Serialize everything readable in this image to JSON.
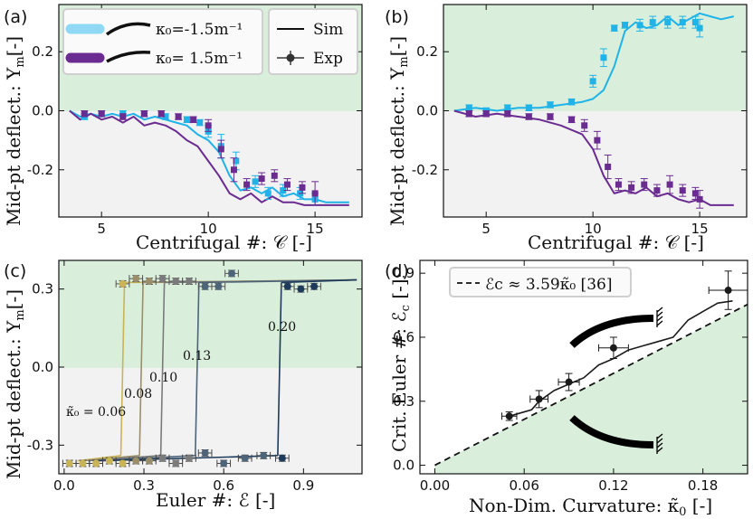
{
  "chart_data": [
    {
      "panel": "(a)",
      "type": "line",
      "xlabel": "Centrifugal #: 𝒞 [-]",
      "ylabel": "Mid-pt deflect.: Y_m [-]",
      "xlim": [
        3,
        17.2
      ],
      "ylim": [
        -0.36,
        0.36
      ],
      "xticks": [
        5,
        10,
        15
      ],
      "yticks": [
        -0.2,
        0.0,
        0.2
      ],
      "shaded_region": "y > 0 (green), y < 0 (grey)",
      "legend": {
        "placement": "top",
        "entries": [
          "κ₀=-1.5m⁻¹",
          "κ₀= 1.5m⁻¹",
          "Sim",
          "Exp"
        ]
      },
      "series": [
        {
          "name": "κ₀=-1.5m⁻¹",
          "color": "#1fb3e8",
          "kind": "sim",
          "x": [
            3.5,
            4.0,
            4.5,
            5.0,
            5.5,
            6.0,
            6.5,
            7.0,
            7.5,
            8.0,
            8.5,
            9.0,
            9.5,
            10.0,
            10.5,
            11.0,
            11.5,
            12.0,
            12.5,
            13.0,
            13.5,
            14.0,
            14.5,
            15.0,
            15.5,
            16.0,
            16.6
          ],
          "y": [
            0.0,
            -0.02,
            -0.01,
            -0.02,
            -0.01,
            -0.02,
            -0.01,
            -0.03,
            -0.02,
            -0.03,
            -0.04,
            -0.05,
            -0.08,
            -0.1,
            -0.14,
            -0.22,
            -0.27,
            -0.26,
            -0.28,
            -0.26,
            -0.29,
            -0.28,
            -0.3,
            -0.3,
            -0.31,
            -0.31,
            -0.31
          ]
        },
        {
          "name": "κ₀= 1.5m⁻¹",
          "color": "#6a2c91",
          "kind": "sim",
          "x": [
            3.5,
            4.0,
            4.5,
            5.0,
            5.5,
            6.0,
            6.5,
            7.0,
            7.5,
            8.0,
            8.5,
            9.0,
            9.5,
            10.0,
            10.5,
            11.0,
            11.5,
            12.0,
            12.5,
            13.0,
            13.5,
            14.0,
            14.5,
            15.0,
            15.5,
            16.0,
            16.6
          ],
          "y": [
            0.0,
            -0.03,
            -0.01,
            -0.03,
            -0.02,
            -0.04,
            -0.02,
            -0.05,
            -0.04,
            -0.05,
            -0.07,
            -0.1,
            -0.12,
            -0.17,
            -0.22,
            -0.28,
            -0.3,
            -0.28,
            -0.31,
            -0.29,
            -0.31,
            -0.31,
            -0.32,
            -0.32,
            -0.32,
            -0.32,
            -0.32
          ]
        },
        {
          "name": "κ₀=-1.5m⁻¹",
          "color": "#1fb3e8",
          "kind": "exp",
          "x": [
            4.2,
            5.0,
            6.0,
            7.0,
            8.0,
            9.0,
            9.6,
            10.0,
            10.6,
            11.3,
            12.2,
            12.8,
            13.5,
            14.3,
            15.0
          ],
          "y": [
            -0.02,
            -0.01,
            -0.01,
            -0.01,
            -0.02,
            -0.03,
            -0.04,
            -0.07,
            -0.12,
            -0.17,
            -0.24,
            -0.28,
            -0.27,
            -0.28,
            -0.3
          ],
          "yerr": [
            0.01,
            0.01,
            0.01,
            0.01,
            0.01,
            0.01,
            0.01,
            0.02,
            0.04,
            0.03,
            0.02,
            0.02,
            0.02,
            0.02,
            0.02
          ]
        },
        {
          "name": "κ₀= 1.5m⁻¹",
          "color": "#6a2c91",
          "kind": "exp",
          "x": [
            4.2,
            5.0,
            6.0,
            7.0,
            7.8,
            8.6,
            9.3,
            10.0,
            10.6,
            11.2,
            11.8,
            12.5,
            13.1,
            13.7,
            14.4,
            15.0
          ],
          "y": [
            -0.01,
            -0.01,
            -0.02,
            -0.01,
            -0.01,
            -0.02,
            -0.03,
            -0.05,
            -0.13,
            -0.2,
            -0.25,
            -0.23,
            -0.22,
            -0.25,
            -0.26,
            -0.28
          ],
          "yerr": [
            0.01,
            0.01,
            0.01,
            0.01,
            0.01,
            0.01,
            0.01,
            0.02,
            0.03,
            0.04,
            0.02,
            0.02,
            0.02,
            0.02,
            0.02,
            0.04
          ]
        }
      ]
    },
    {
      "panel": "(b)",
      "type": "line",
      "xlabel": "Centrifugal #: 𝒞 [-]",
      "ylabel": "Mid-pt deflect.: Y_m [-]",
      "xlim": [
        3,
        17.2
      ],
      "ylim": [
        -0.36,
        0.36
      ],
      "xticks": [
        5,
        10,
        15
      ],
      "yticks": [
        -0.2,
        0.0,
        0.2
      ],
      "series": [
        {
          "name": "κ₀=-1.5m⁻¹",
          "color": "#1fb3e8",
          "kind": "sim",
          "x": [
            3.5,
            4.5,
            5.5,
            6.5,
            7.5,
            8.5,
            9.5,
            10.0,
            10.5,
            11.0,
            11.5,
            12.0,
            12.5,
            13.0,
            13.5,
            14.0,
            14.5,
            15.0,
            15.5,
            16.0,
            16.6
          ],
          "y": [
            0.0,
            0.01,
            0.0,
            0.01,
            0.01,
            0.02,
            0.03,
            0.04,
            0.07,
            0.15,
            0.27,
            0.3,
            0.28,
            0.29,
            0.32,
            0.29,
            0.31,
            0.33,
            0.32,
            0.31,
            0.32
          ]
        },
        {
          "name": "κ₀= 1.5m⁻¹",
          "color": "#6a2c91",
          "kind": "sim",
          "x": [
            3.5,
            4.5,
            5.5,
            6.5,
            7.5,
            8.5,
            9.5,
            10.0,
            10.5,
            11.0,
            11.5,
            12.0,
            12.5,
            13.0,
            13.5,
            14.0,
            14.5,
            15.0,
            15.5,
            16.0,
            16.6
          ],
          "y": [
            0.0,
            -0.02,
            -0.01,
            -0.02,
            -0.03,
            -0.05,
            -0.08,
            -0.13,
            -0.22,
            -0.28,
            -0.27,
            -0.28,
            -0.26,
            -0.29,
            -0.28,
            -0.3,
            -0.31,
            -0.3,
            -0.32,
            -0.32,
            -0.32
          ]
        },
        {
          "name": "κ₀=-1.5m⁻¹",
          "color": "#1fb3e8",
          "kind": "exp",
          "x": [
            4.2,
            5.0,
            6.0,
            7.0,
            8.0,
            9.0,
            10.0,
            10.5,
            11.0,
            11.5,
            12.2,
            12.8,
            13.5,
            14.2,
            14.8,
            15.0
          ],
          "y": [
            0.01,
            0.0,
            0.01,
            0.01,
            0.02,
            0.03,
            0.1,
            0.18,
            0.28,
            0.29,
            0.29,
            0.3,
            0.3,
            0.3,
            0.3,
            0.28
          ],
          "yerr": [
            0.01,
            0.01,
            0.01,
            0.01,
            0.01,
            0.01,
            0.02,
            0.03,
            0.01,
            0.01,
            0.02,
            0.02,
            0.02,
            0.02,
            0.02,
            0.03
          ]
        },
        {
          "name": "κ₀= 1.5m⁻¹",
          "color": "#6a2c91",
          "kind": "exp",
          "x": [
            4.2,
            5.0,
            6.0,
            7.0,
            8.0,
            9.0,
            9.6,
            10.2,
            10.7,
            11.2,
            11.8,
            12.4,
            13.0,
            13.6,
            14.2,
            14.8,
            15.0
          ],
          "y": [
            -0.01,
            -0.01,
            -0.01,
            -0.02,
            -0.02,
            -0.03,
            -0.05,
            -0.1,
            -0.19,
            -0.25,
            -0.26,
            -0.25,
            -0.27,
            -0.25,
            -0.27,
            -0.28,
            -0.3
          ],
          "yerr": [
            0.01,
            0.01,
            0.01,
            0.01,
            0.01,
            0.01,
            0.02,
            0.03,
            0.04,
            0.02,
            0.02,
            0.02,
            0.02,
            0.03,
            0.02,
            0.02,
            0.03
          ]
        }
      ]
    },
    {
      "panel": "(c)",
      "type": "line",
      "xlabel": "Euler #: ℰ [-]",
      "ylabel": "Mid-pt deflect.: Y_m [-]",
      "xlim": [
        -0.02,
        1.12
      ],
      "ylim": [
        -0.41,
        0.41
      ],
      "xticks": [
        0.0,
        0.3,
        0.6,
        0.9
      ],
      "yticks": [
        -0.3,
        0.0,
        0.3
      ],
      "annotations": [
        "κ̃₀ = 0.06",
        "0.08",
        "0.10",
        "0.13",
        "0.20"
      ],
      "series": [
        {
          "name": "0.06",
          "color": "#c9b458",
          "switch_at": 0.22
        },
        {
          "name": "0.08",
          "color": "#9a8f6a",
          "switch_at": 0.29
        },
        {
          "name": "0.10",
          "color": "#7b7b7b",
          "switch_at": 0.37
        },
        {
          "name": "0.13",
          "color": "#4e6478",
          "switch_at": 0.5
        },
        {
          "name": "0.20",
          "color": "#1d3a5a",
          "switch_at": 0.81
        }
      ],
      "exp_upper": {
        "x": [
          0.22,
          0.27,
          0.32,
          0.37,
          0.42,
          0.47,
          0.53,
          0.58,
          0.63,
          0.84,
          0.89,
          0.94
        ],
        "y": [
          0.32,
          0.34,
          0.33,
          0.34,
          0.33,
          0.33,
          0.31,
          0.31,
          0.36,
          0.31,
          0.3,
          0.31
        ]
      },
      "exp_lower": {
        "x": [
          0.02,
          0.07,
          0.12,
          0.17,
          0.22,
          0.27,
          0.32,
          0.37,
          0.42,
          0.47,
          0.53,
          0.6,
          0.68,
          0.75,
          0.82
        ],
        "y": [
          -0.37,
          -0.37,
          -0.37,
          -0.36,
          -0.37,
          -0.36,
          -0.36,
          -0.35,
          -0.37,
          -0.35,
          -0.33,
          -0.37,
          -0.35,
          -0.34,
          -0.35
        ]
      }
    },
    {
      "panel": "(d)",
      "type": "line",
      "xlabel": "Non-Dim. Curvature: κ̃₀ [-]",
      "ylabel": "Crit. Euler #: ℰc [-]",
      "xlim": [
        -0.01,
        0.21
      ],
      "ylim": [
        -0.04,
        0.96
      ],
      "xticks": [
        0.0,
        0.06,
        0.12,
        0.18
      ],
      "yticks": [
        0.0,
        0.3,
        0.6,
        0.9
      ],
      "legend": {
        "placement": "top-left",
        "entries": [
          "ℰc ≈ 3.59κ̃₀ [36]"
        ]
      },
      "fit_slope": 3.59,
      "series": [
        {
          "name": "Exp",
          "color": "#1a1a1a",
          "kind": "exp",
          "x": [
            0.05,
            0.07,
            0.09,
            0.12,
            0.197
          ],
          "y": [
            0.23,
            0.31,
            0.39,
            0.55,
            0.82
          ],
          "xerr": [
            0.005,
            0.006,
            0.007,
            0.01,
            0.013
          ],
          "yerr": [
            0.02,
            0.04,
            0.04,
            0.05,
            0.09
          ]
        },
        {
          "name": "Sim",
          "color": "#1a1a1a",
          "kind": "sim",
          "x": [
            0.05,
            0.065,
            0.07,
            0.08,
            0.09,
            0.1,
            0.11,
            0.12,
            0.13,
            0.14,
            0.15,
            0.16,
            0.17,
            0.18,
            0.19,
            0.2
          ],
          "y": [
            0.23,
            0.26,
            0.3,
            0.35,
            0.38,
            0.41,
            0.47,
            0.5,
            0.54,
            0.56,
            0.58,
            0.6,
            0.68,
            0.72,
            0.76,
            0.77
          ]
        }
      ]
    }
  ],
  "panel_labels": {
    "a": "(a)",
    "b": "(b)",
    "c": "(c)",
    "d": "(d)"
  },
  "labels": {
    "ylabel_ab": "Mid-pt deflect.:",
    "ylabel_c": "Mid-pt deflect.:",
    "ylabel_d": "Crit.  Euler #:",
    "xlabel_ab": "Centrifugal #:",
    "xlabel_c": "Euler #:",
    "xlabel_d": "Non-Dim.  Curvature:",
    "legend_neg": "κ₀=-1.5m⁻¹",
    "legend_pos": "κ₀= 1.5m⁻¹",
    "legend_sim": "Sim",
    "legend_exp": "Exp",
    "legend_fit": "ℰc ≈ 3.59κ̃₀ [36]",
    "ann_k006": "κ̃₀ = 0.06",
    "ann_008": "0.08",
    "ann_010": "0.10",
    "ann_013": "0.13",
    "ann_020": "0.20"
  },
  "colors": {
    "green_region": "#d9eedb",
    "grey_region": "#f2f2f2",
    "cyan": "#1fb3e8",
    "purple": "#6a2c91"
  }
}
